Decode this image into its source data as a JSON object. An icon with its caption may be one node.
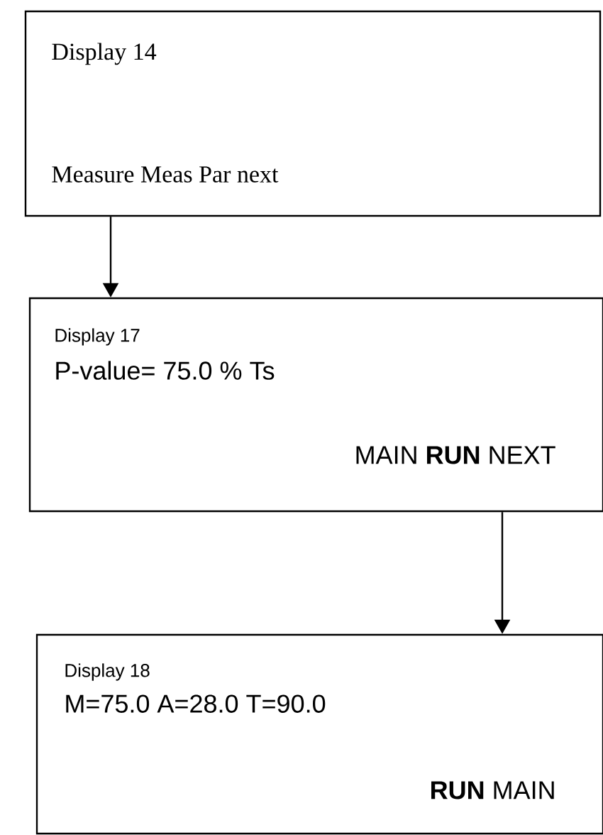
{
  "diagram": {
    "nodes": [
      {
        "text": [
          "Display 14",
          "Measure  Meas Par     next"
        ]
      },
      {
        "text": [
          "Display 17",
          "P-value=        75.0 % Ts",
          "MAIN **RUN** NEXT"
        ]
      },
      {
        "text": [
          "Display 18",
          "M=75.0     A=28.0    T=90.0",
          "**RUN** MAIN"
        ]
      }
    ],
    "edges": [
      {
        "from": 0,
        "to": 1,
        "arrow": "to"
      },
      {
        "from": 1,
        "to": 2,
        "arrow": "to"
      }
    ]
  }
}
